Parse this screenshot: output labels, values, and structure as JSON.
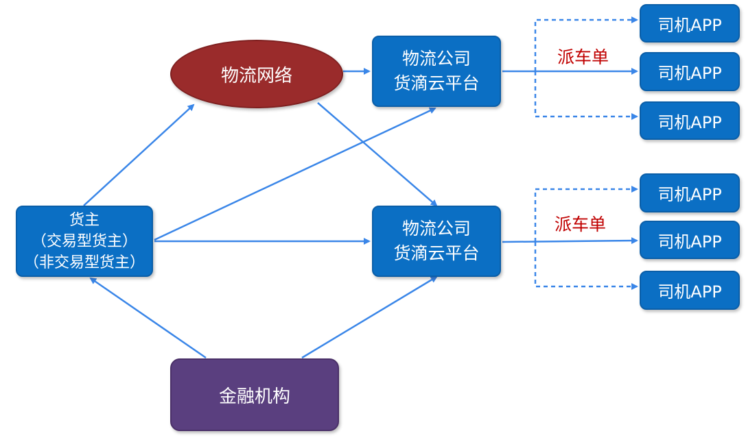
{
  "nodes": {
    "network": "物流网络",
    "platform_top": [
      "物流公司",
      "货滴云平台"
    ],
    "platform_bottom": [
      "物流公司",
      "货滴云平台"
    ],
    "shipper": [
      "货主",
      "（交易型货主）",
      "（非交易型货主）"
    ],
    "finance": "金融机构",
    "drivers_top": [
      "司机APP",
      "司机APP",
      "司机APP"
    ],
    "drivers_bottom": [
      "司机APP",
      "司机APP",
      "司机APP"
    ]
  },
  "labels": {
    "dispatch_top": "派车单",
    "dispatch_bottom": "派车单"
  },
  "colors": {
    "box_blue": "#0b6fc4",
    "oval_red": "#9a2b2b",
    "finance_purple": "#5a3f7f",
    "arrow_blue": "#3a86e8",
    "label_red": "#c00000"
  }
}
